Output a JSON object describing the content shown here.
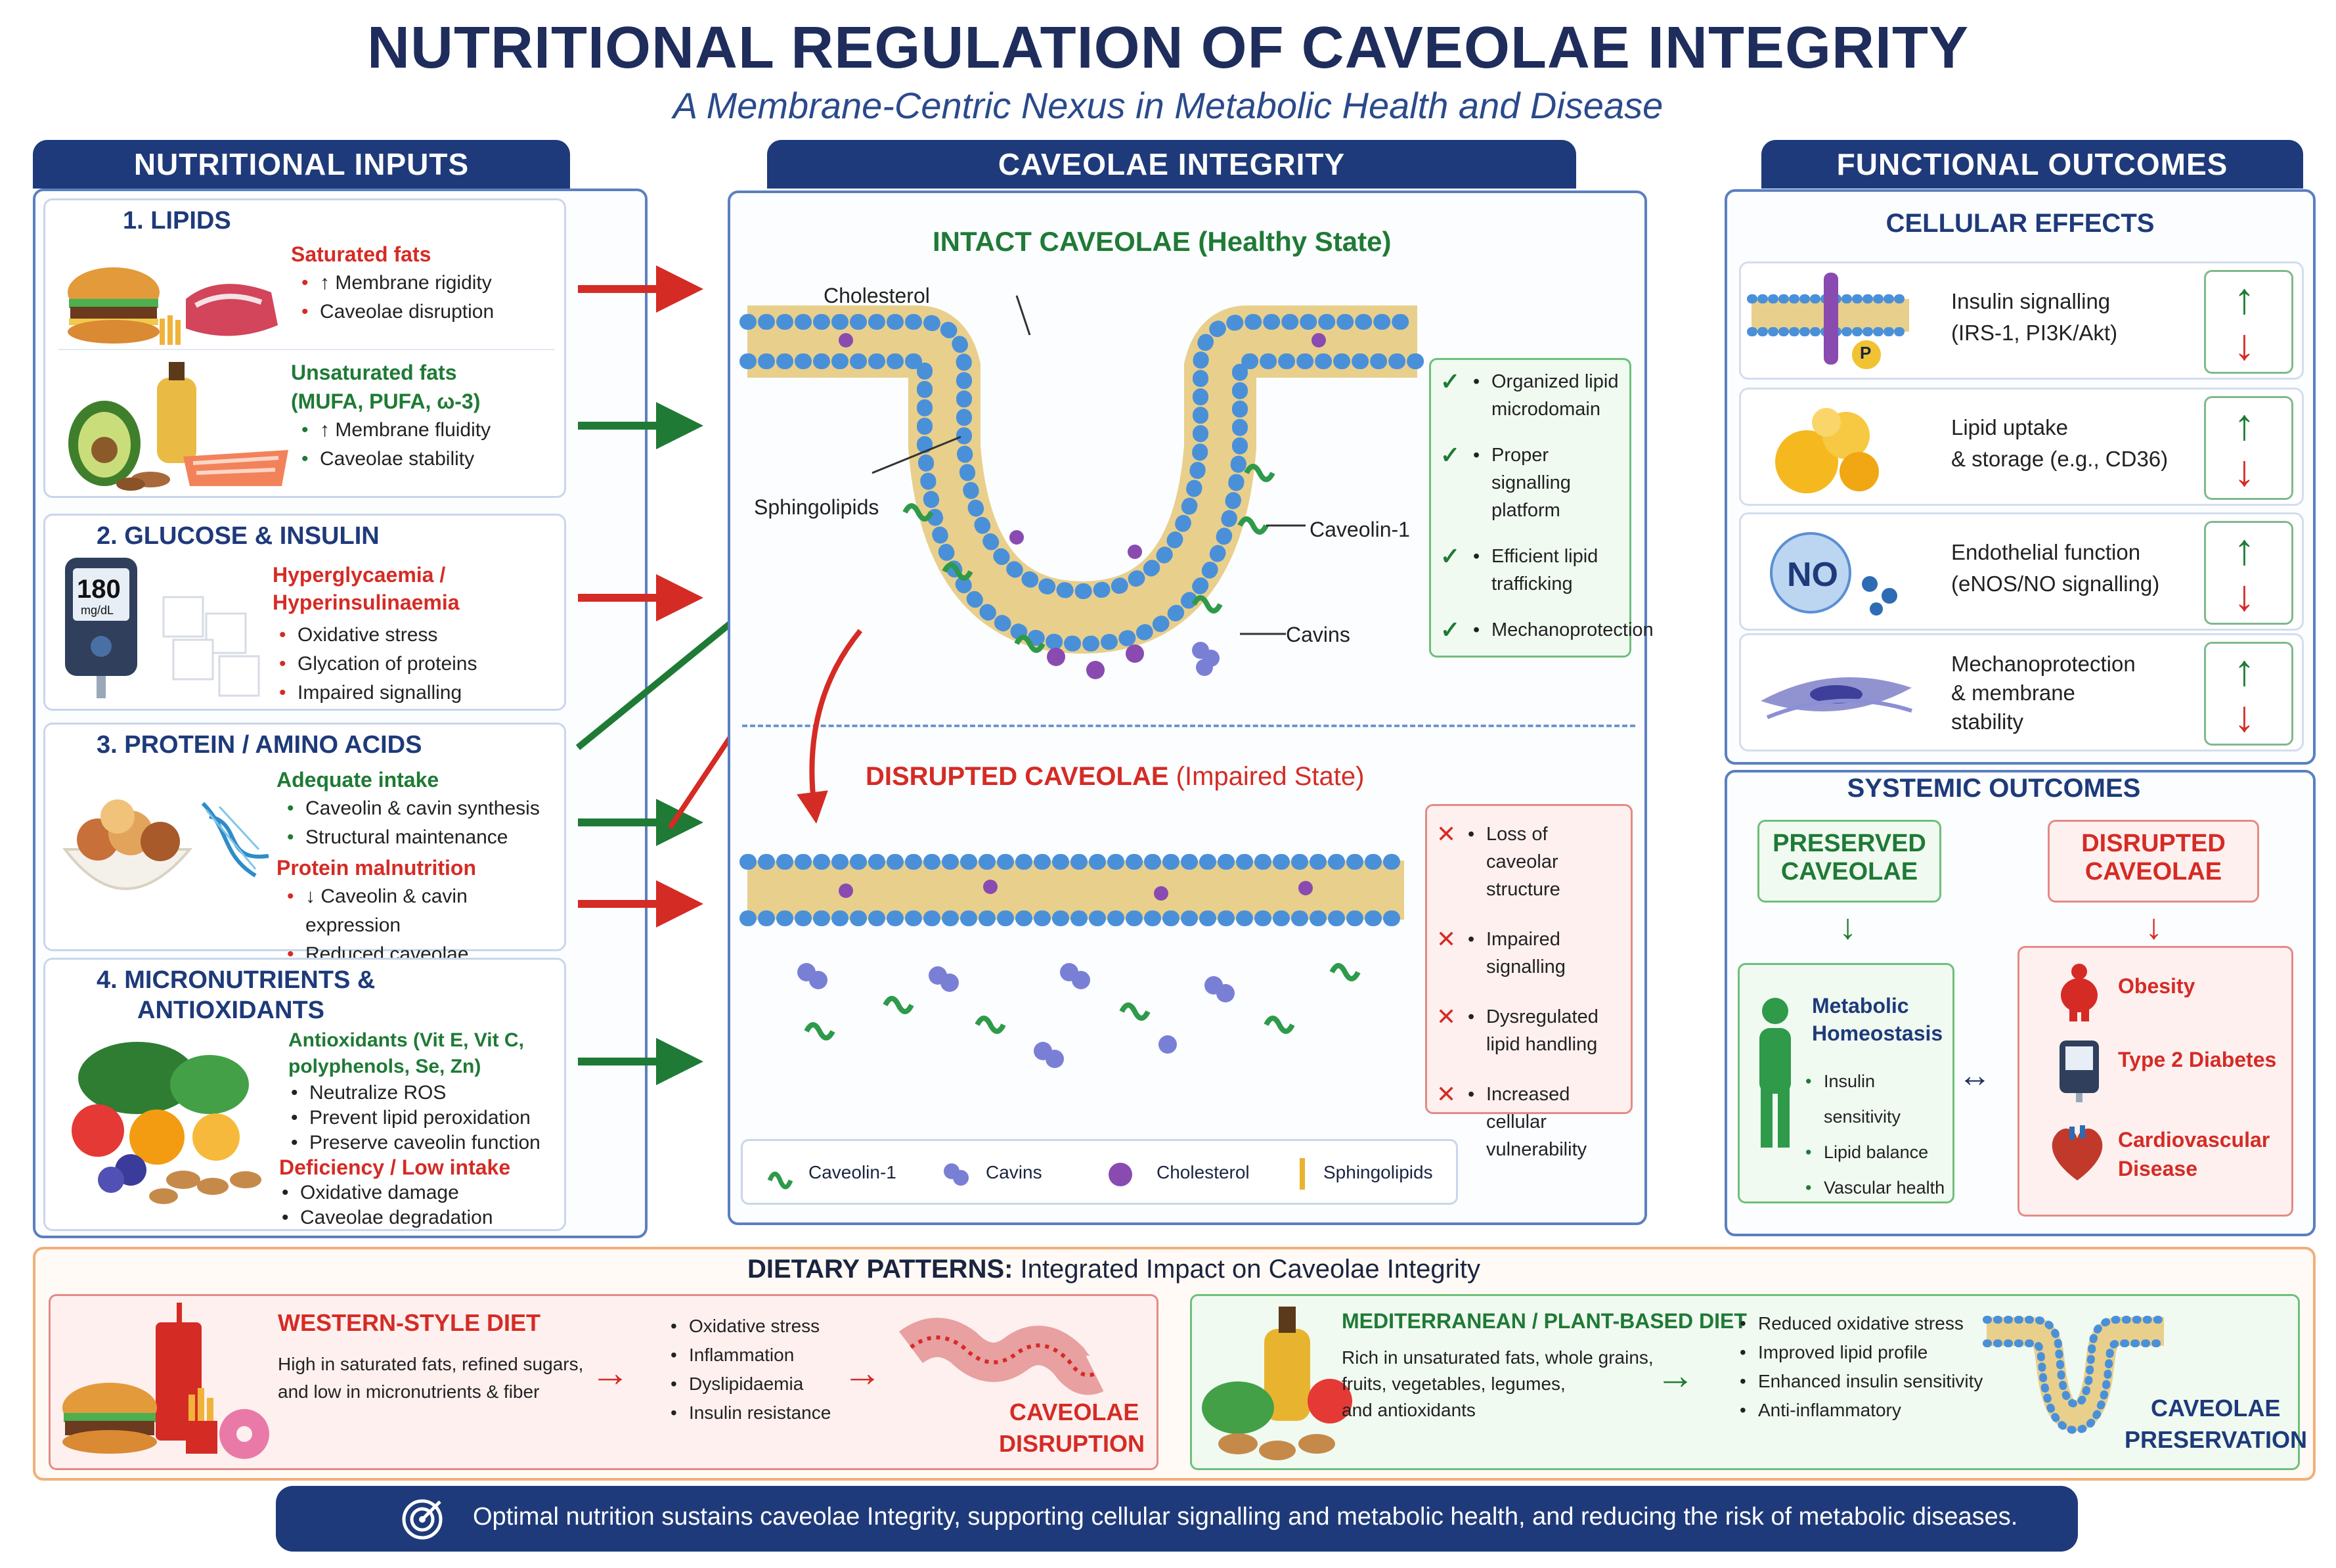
{
  "title": "NUTRITIONAL REGULATION OF CAVEOLAE INTEGRITY",
  "subtitle": "A Membrane-Centric Nexus in Metabolic Health and Disease",
  "left": {
    "header": "NUTRITIONAL INPUTS",
    "lipids": {
      "title": "1. LIPIDS",
      "sat_title": "Saturated fats",
      "sat_items": [
        "↑ Membrane rigidity",
        "Caveolae disruption"
      ],
      "unsat_title": "Unsaturated fats",
      "unsat_sub": "(MUFA, PUFA, ω-3)",
      "unsat_items": [
        "↑ Membrane fluidity",
        "Caveolae stability"
      ]
    },
    "glucose": {
      "title": "2. GLUCOSE & INSULIN",
      "meter_value": "180",
      "meter_unit": "mg/dL",
      "red_title_1": "Hyperglycaemia /",
      "red_title_2": "Hyperinsulinaemia",
      "items": [
        "Oxidative stress",
        "Glycation of proteins",
        "Impaired signalling"
      ]
    },
    "protein": {
      "title": "3. PROTEIN / AMINO ACIDS",
      "adequate_title": "Adequate intake",
      "adequate_items": [
        "Caveolin & cavin synthesis",
        "Structural maintenance"
      ],
      "mal_title": "Protein malnutrition",
      "mal_items": [
        "↓ Caveolin & cavin expression",
        "Reduced caveolae abundance"
      ]
    },
    "micro": {
      "title_1": "4. MICRONUTRIENTS &",
      "title_2": "ANTIOXIDANTS",
      "anti_title_1": "Antioxidants (Vit E, Vit C,",
      "anti_title_2": "polyphenols, Se, Zn)",
      "anti_items": [
        "Neutralize ROS",
        "Prevent lipid peroxidation",
        "Preserve caveolin function"
      ],
      "def_title": "Deficiency / Low intake",
      "def_items": [
        "Oxidative damage",
        "Caveolae degradation"
      ]
    }
  },
  "center": {
    "header": "CAVEOLAE INTEGRITY",
    "intact_title": "INTACT CAVEOLAE (Healthy State)",
    "labels": {
      "cholesterol": "Cholesterol",
      "sphingolipids": "Sphingolipids",
      "caveolin": "Caveolin-1",
      "cavins": "Cavins"
    },
    "intact_checks": [
      "Organized lipid microdomain",
      "Proper signalling platform",
      "Efficient lipid trafficking",
      "Mechanoprotection"
    ],
    "disrupted_title_a": "DISRUPTED CAVEOLAE",
    "disrupted_title_b": "(Impaired State)",
    "disrupted_items": [
      "Loss of caveolar structure",
      "Impaired signalling",
      "Dysregulated lipid handling",
      "Increased cellular vulnerability"
    ],
    "legend": [
      "Caveolin-1",
      "Cavins",
      "Cholesterol",
      "Sphingolipids"
    ]
  },
  "right": {
    "header": "FUNCTIONAL OUTCOMES",
    "cellular_title": "CELLULAR EFFECTS",
    "cellular": [
      {
        "l1": "Insulin signalling",
        "l2": "(IRS-1, PI3K/Akt)",
        "l3": ""
      },
      {
        "l1": "Lipid uptake",
        "l2": "& storage (e.g., CD36)",
        "l3": ""
      },
      {
        "l1": "Endothelial function",
        "l2": "(eNOS/NO signalling)",
        "l3": ""
      },
      {
        "l1": "Mechanoprotection",
        "l2": "& membrane",
        "l3": "stability"
      }
    ],
    "p_badge": "P",
    "no_badge": "NO",
    "systemic_title": "SYSTEMIC OUTCOMES",
    "preserved_1": "PRESERVED",
    "preserved_2": "CAVEOLAE",
    "disrupted_1": "DISRUPTED",
    "disrupted_2": "CAVEOLAE",
    "metabolic_1": "Metabolic",
    "metabolic_2": "Homeostasis",
    "metabolic_items": [
      "Insulin sensitivity",
      "Lipid balance",
      "Vascular health"
    ],
    "diseases": [
      "Obesity",
      "Type 2 Diabetes",
      "Cardiovascular",
      "Disease"
    ]
  },
  "bottom": {
    "title_bold": "DIETARY PATTERNS:",
    "title_rest": "Integrated Impact on Caveolae Integrity",
    "western_title": "WESTERN-STYLE DIET",
    "western_desc_1": "High in saturated fats, refined sugars,",
    "western_desc_2": "and low in micronutrients & fiber",
    "western_items": [
      "Oxidative stress",
      "Inflammation",
      "Dyslipidaemia",
      "Insulin resistance"
    ],
    "western_result_1": "CAVEOLAE",
    "western_result_2": "DISRUPTION",
    "med_title": "MEDITERRANEAN / PLANT-BASED DIET",
    "med_desc_1": "Rich in unsaturated fats, whole grains,",
    "med_desc_2": "fruits, vegetables, legumes,",
    "med_desc_3": "and antioxidants",
    "med_items": [
      "Reduced oxidative stress",
      "Improved lipid profile",
      "Enhanced insulin sensitivity",
      "Anti-inflammatory"
    ],
    "med_result_1": "CAVEOLAE",
    "med_result_2": "PRESERVATION",
    "footer": "Optimal nutrition sustains caveolae Integrity, supporting cellular signalling and metabolic health, and reducing the risk of metabolic diseases."
  },
  "colors": {
    "navy": "#1e3a7a",
    "red": "#d52b25",
    "green": "#1f7a35",
    "lipid_head": "#4a90d9",
    "caveolin": "#2e9a4a",
    "cavin": "#7a7fd6",
    "cholesterol": "#8a4bb0"
  }
}
